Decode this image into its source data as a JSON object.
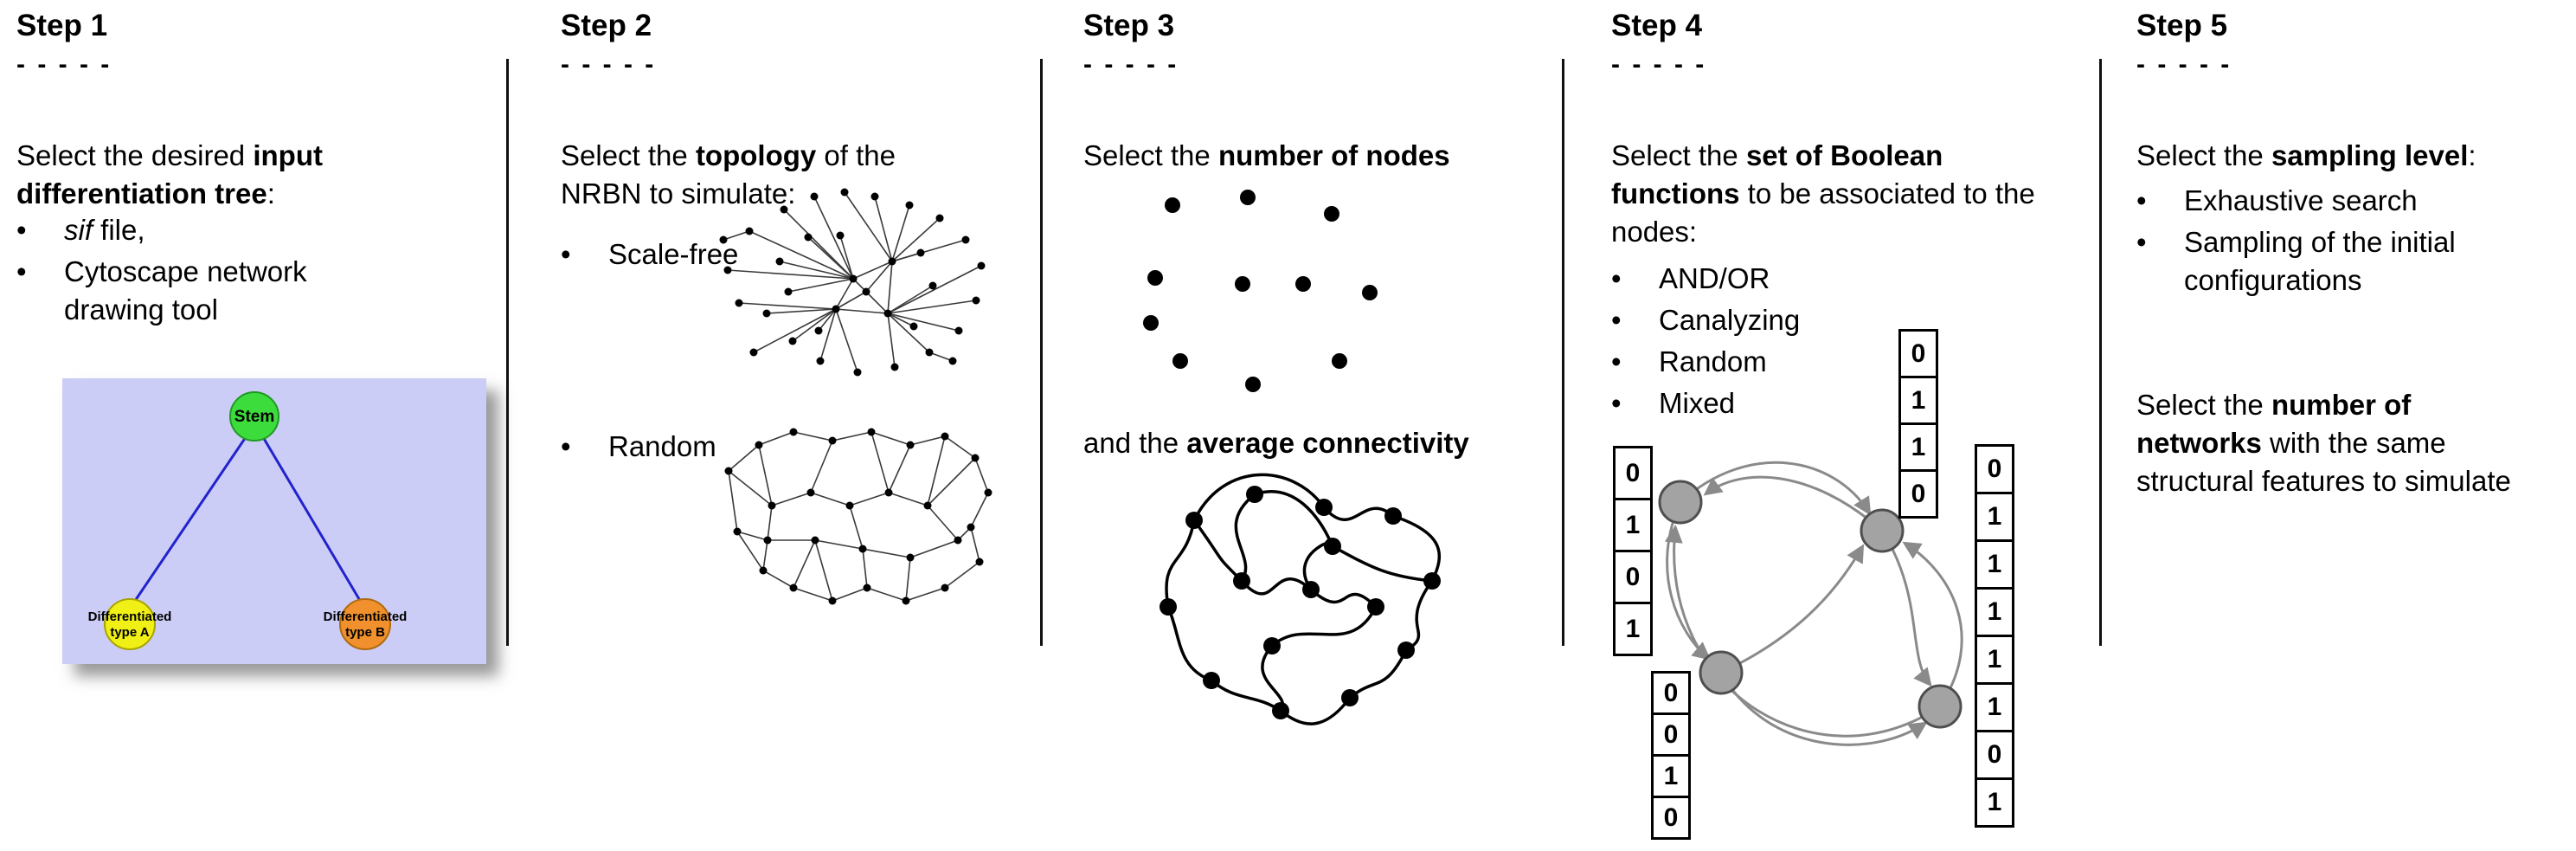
{
  "ui": {
    "bullet": "•"
  },
  "steps": [
    {
      "title": "Step 1",
      "dashes": "- - - - -",
      "intro": {
        "pre": "Select the desired ",
        "bold": "input differentiation tree",
        "post": ":"
      },
      "bullet_sif": {
        "italic": "sif",
        "rest": " file,"
      },
      "bullet_cytoscape": "Cytoscape network drawing tool",
      "tree": {
        "stem_label": "Stem",
        "type_a_line1": "Differentiated",
        "type_a_line2": "type A",
        "type_b_line1": "Differentiated",
        "type_b_line2": "type B",
        "colors": {
          "background": "#cccdf6",
          "stem": "#3ddc3d",
          "type_a": "#f0f016",
          "type_b": "#f0912d",
          "edge": "#2323cc"
        }
      }
    },
    {
      "title": "Step 2",
      "dashes": "- - - - -",
      "intro": {
        "pre": "Select the ",
        "bold": "topology",
        "post": " of the NRBN to simulate:"
      },
      "bullets": [
        "Scale-free",
        "Random"
      ]
    },
    {
      "title": "Step 3",
      "dashes": "- - - - -",
      "intro": {
        "pre": "Select the ",
        "bold": "number of nodes",
        "post": ""
      },
      "text2": {
        "pre": "and the ",
        "bold": "average connectivity",
        "post": ""
      }
    },
    {
      "title": "Step 4",
      "dashes": "- - - - -",
      "intro": {
        "pre": "Select the ",
        "bold": "set of Boolean functions",
        "post": " to be associated to the nodes:"
      },
      "bullets": [
        "AND/OR",
        "Canalyzing",
        "Random",
        "Mixed"
      ],
      "truth_tables": {
        "left": [
          "0",
          "1",
          "0",
          "1"
        ],
        "top": [
          "0",
          "1",
          "1",
          "0"
        ],
        "bottom_left": [
          "0",
          "0",
          "1",
          "0"
        ],
        "right": [
          "0",
          "1",
          "1",
          "1",
          "1",
          "1",
          "0",
          "1"
        ]
      }
    },
    {
      "title": "Step 5",
      "dashes": "- - - - -",
      "intro": {
        "pre": "Select the ",
        "bold": "sampling level",
        "post": ":"
      },
      "bullets": [
        "Exhaustive search",
        "Sampling of the initial configurations"
      ],
      "para2": {
        "l1pre": "Select the ",
        "l1bold": "number of",
        "l2bold": "networks",
        "l2mid": " with the same",
        "l3": "structural features to simulate"
      }
    }
  ]
}
